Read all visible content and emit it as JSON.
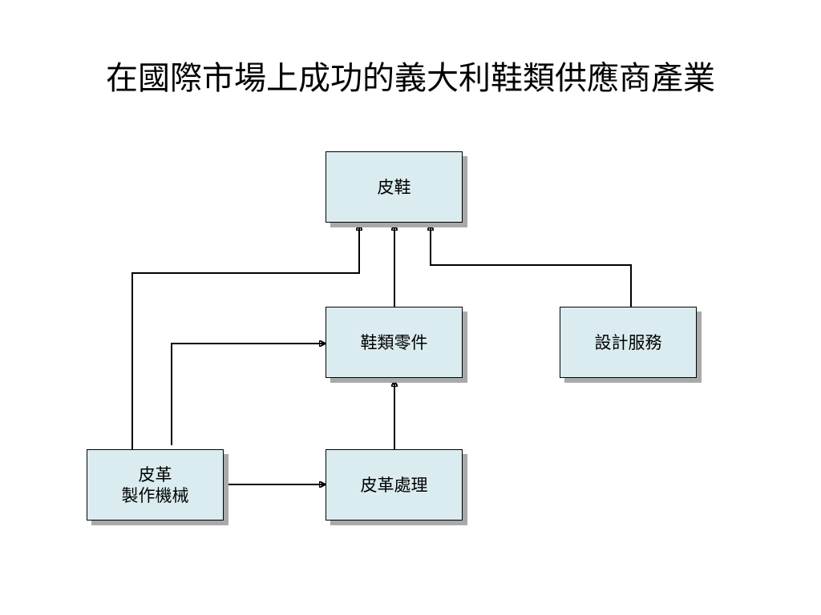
{
  "slide": {
    "title": "在國際市場上成功的義大利鞋類供應商產業"
  },
  "nodes": {
    "shoes": "皮鞋",
    "shoe_parts": "鞋類零件",
    "design_services": "設計服務",
    "leather_machinery_line1": "皮革",
    "leather_machinery_line2": "製作機械",
    "leather_processing": "皮革處理"
  },
  "edges": [
    {
      "from": "皮革 製作機械",
      "to": "皮鞋"
    },
    {
      "from": "皮革 製作機械",
      "to": "鞋類零件"
    },
    {
      "from": "皮革 製作機械",
      "to": "皮革處理"
    },
    {
      "from": "鞋類零件",
      "to": "皮鞋"
    },
    {
      "from": "設計服務",
      "to": "皮鞋"
    },
    {
      "from": "皮革處理",
      "to": "鞋類零件"
    }
  ],
  "colors": {
    "box_fill": "#daecef",
    "box_shadow": "#a9a9a9",
    "line": "#000000"
  }
}
